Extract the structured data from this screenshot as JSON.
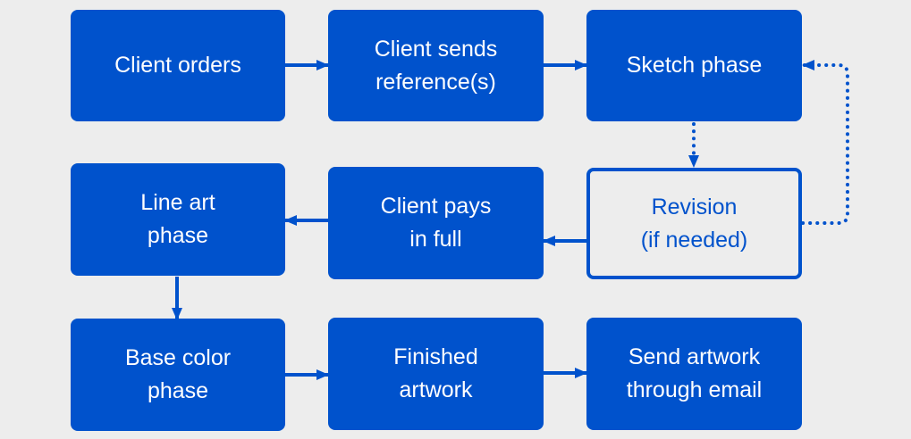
{
  "diagram": {
    "type": "flowchart",
    "colors": {
      "node_fill": "#0052cc",
      "node_text": "#ffffff",
      "outline_node_text": "#0052cc",
      "background": "#ededed",
      "edge": "#0052cc"
    },
    "nodes": [
      {
        "id": "client-orders",
        "label": "Client orders",
        "style": "filled"
      },
      {
        "id": "client-sends-references",
        "label": "Client sends\nreference(s)",
        "style": "filled"
      },
      {
        "id": "sketch-phase",
        "label": "Sketch phase",
        "style": "filled"
      },
      {
        "id": "revision",
        "label": "Revision\n(if needed)",
        "style": "outline"
      },
      {
        "id": "client-pays",
        "label": "Client pays\nin full",
        "style": "filled"
      },
      {
        "id": "line-art-phase",
        "label": "Line art\nphase",
        "style": "filled"
      },
      {
        "id": "base-color-phase",
        "label": "Base color\nphase",
        "style": "filled"
      },
      {
        "id": "finished-artwork",
        "label": "Finished\nartwork",
        "style": "filled"
      },
      {
        "id": "send-artwork",
        "label": "Send artwork\nthrough email",
        "style": "filled"
      }
    ],
    "edges": [
      {
        "from": "client-orders",
        "to": "client-sends-references",
        "style": "solid"
      },
      {
        "from": "client-sends-references",
        "to": "sketch-phase",
        "style": "solid"
      },
      {
        "from": "sketch-phase",
        "to": "revision",
        "style": "dotted"
      },
      {
        "from": "revision",
        "to": "sketch-phase",
        "style": "dotted"
      },
      {
        "from": "revision",
        "to": "client-pays",
        "style": "solid"
      },
      {
        "from": "client-pays",
        "to": "line-art-phase",
        "style": "solid"
      },
      {
        "from": "line-art-phase",
        "to": "base-color-phase",
        "style": "solid"
      },
      {
        "from": "base-color-phase",
        "to": "finished-artwork",
        "style": "solid"
      },
      {
        "from": "finished-artwork",
        "to": "send-artwork",
        "style": "solid"
      }
    ]
  }
}
